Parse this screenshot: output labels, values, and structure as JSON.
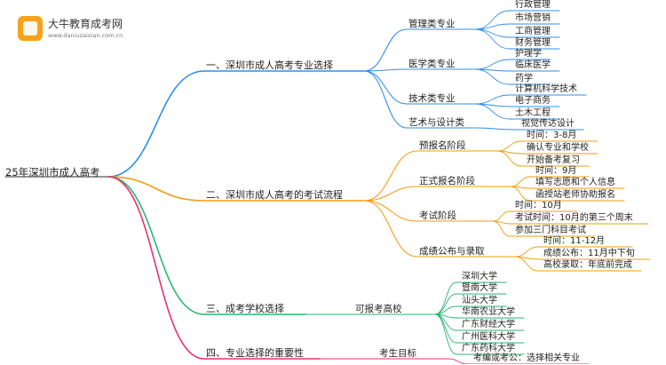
{
  "brand": {
    "name": "大牛教育成考网",
    "url": "www.daniuzaixian.com.cn",
    "accent": "#f6a31b"
  },
  "root": "25年深圳市成人高考",
  "branches": [
    {
      "label": "一、深圳市成人高考专业选择",
      "color": "#2f8fe8",
      "children": [
        {
          "label": "管理类专业",
          "children": [
            "行政管理",
            "市场营销",
            "工商管理",
            "财务管理"
          ]
        },
        {
          "label": "医学类专业",
          "children": [
            "护理学",
            "临床医学",
            "药学"
          ]
        },
        {
          "label": "技术类专业",
          "children": [
            "计算机科学技术",
            "电子商务",
            "土木工程"
          ]
        },
        {
          "label": "艺术与设计类",
          "children": [
            "视觉传达设计"
          ]
        }
      ]
    },
    {
      "label": "二、深圳市成人高考的考试流程",
      "color": "#f39c12",
      "children": [
        {
          "label": "预报名阶段",
          "children": [
            "时间：3-8月",
            "确认专业和学校",
            "开始备考复习"
          ]
        },
        {
          "label": "正式报名阶段",
          "children": [
            "时间：9月",
            "填写志愿和个人信息",
            "函授站老师协助报名"
          ]
        },
        {
          "label": "考试阶段",
          "children": [
            "时间：10月",
            "考试时间：10月的第三个周末",
            "参加三门科目考试"
          ]
        },
        {
          "label": "成绩公布与录取",
          "children": [
            "时间：11-12月",
            "成绩公布：11月中下旬",
            "高校录取：年底前完成"
          ]
        }
      ]
    },
    {
      "label": "三、成考学校选择",
      "color": "#2bb673",
      "children": [
        {
          "label": "可报考高校",
          "children": [
            "深圳大学",
            "暨南大学",
            "汕头大学",
            "华南农业大学",
            "广东财经大学",
            "广州医科大学",
            "广东药科大学"
          ]
        }
      ]
    },
    {
      "label": "四、专业选择的重要性",
      "color": "#e8336d",
      "children": [
        {
          "label": "考生目标",
          "children": [
            "考编或考公：选择相关专业"
          ]
        }
      ]
    }
  ]
}
